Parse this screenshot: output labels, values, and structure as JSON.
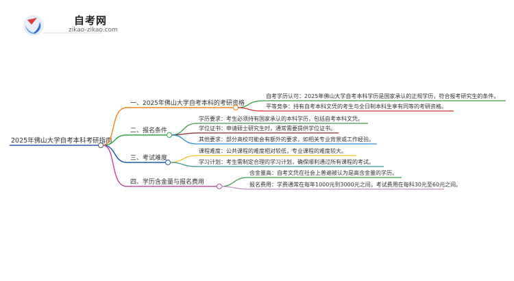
{
  "brand": {
    "name": "自考网",
    "url": "zikao-zikao.com"
  },
  "colors": {
    "root_line": "#2b4fa3",
    "branch_1": "#f08a24",
    "branch_2": "#2ea84f",
    "branch_3": "#1e5aa8",
    "branch_4": "#c050a0",
    "leaf_1_1": "#3a9c4a",
    "leaf_1_2": "#d23030",
    "leaf_2_1": "#3a9c4a",
    "leaf_2_2": "#8c2a2a",
    "leaf_2_3": "#2b8fd0",
    "leaf_3_1": "#f0c020",
    "leaf_3_2": "#2f9a9a",
    "leaf_4_1": "#3a9c4a",
    "leaf_4_2": "#c090c0"
  },
  "mindmap": {
    "root": "2025年佛山大学自考本科考研指南",
    "branches": [
      {
        "label": "一、2025年佛山大学自考本科的考研资格",
        "leaves": [
          "自考学历认可：2025年佛山大学自考本科学历是国家承认的正规学历，符合报考研究生的条件。",
          "平等竞争：持有自考本科文凭的考生与全日制本科生享有同等的考研资格。"
        ]
      },
      {
        "label": "二、报名条件",
        "leaves": [
          "学历要求：考生必须持有国家承认的本科学历，包括自考本科文凭。",
          "学位证书：申请硕士研究生时，通常需要提供学位证书。",
          "其他要求：部分高校可能会有额外的要求，如相关专业背景或工作经验。"
        ]
      },
      {
        "label": "三、考试难度",
        "leaves": [
          "课程难度：公共课程的难度相对较低，专业课程的难度较大。",
          "学习计划：考生需制定合理的学习计划，确保顺利通过所有课程的考试。"
        ]
      },
      {
        "label": "四、学历含金量与报名费用",
        "leaves": [
          "含金量高：自考文凭在社会上普遍被认为是高含金量的学历。",
          "报名费用：学费通常在每年1000元到3000元之间，考试费用在每科30元至60元之间。"
        ]
      }
    ]
  }
}
